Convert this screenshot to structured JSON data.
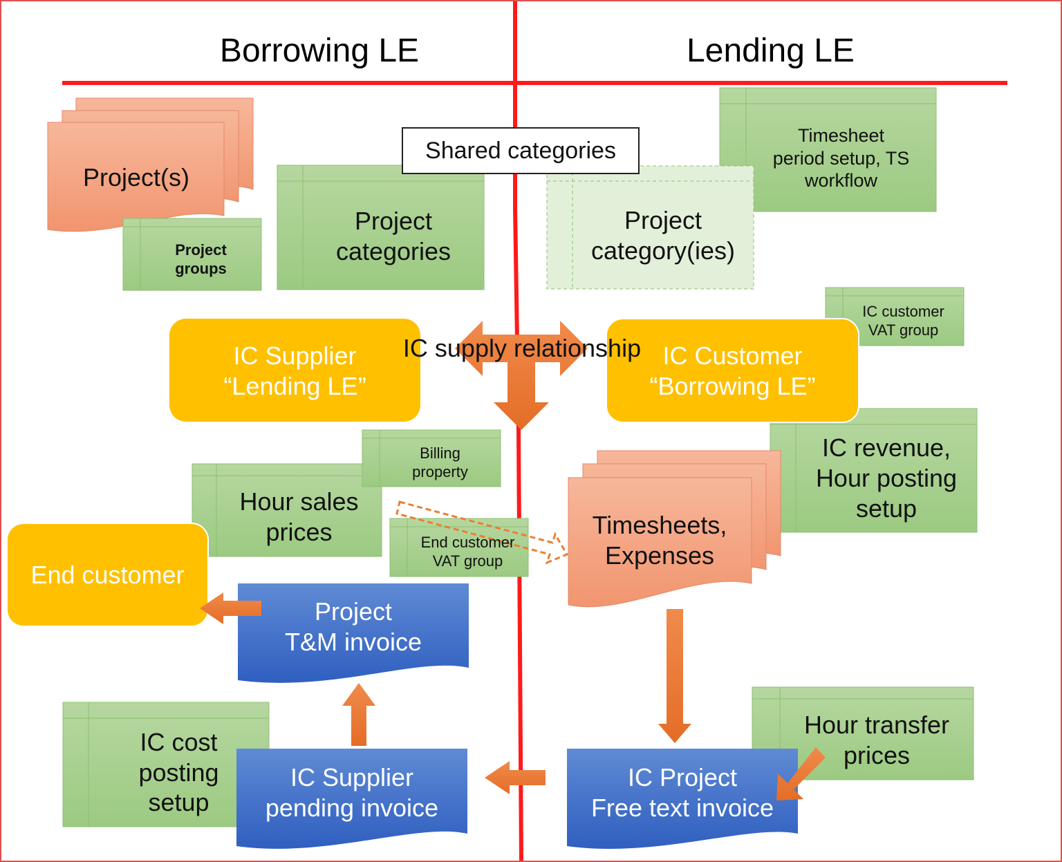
{
  "headers": {
    "borrowing": "Borrowing LE",
    "lending": "Lending LE"
  },
  "shared_categories": "Shared categories",
  "documents": {
    "projects": "Project(s)",
    "timesheets": "Timesheets,\nExpenses"
  },
  "tables": {
    "project_groups": "Project\ngroups",
    "project_categories": "Project\ncategories",
    "project_category_ies": "Project\ncategory(ies)",
    "timesheet_setup": "Timesheet\nperiod setup, TS\nworkflow",
    "ic_customer_vat": "IC customer\nVAT group",
    "billing_property": "Billing\nproperty",
    "hour_sales_prices": "Hour sales\nprices",
    "end_customer_vat": "End customer\nVAT group",
    "ic_revenue": "IC revenue,\nHour posting\nsetup",
    "ic_cost": "IC cost\nposting\nsetup",
    "hour_transfer": "Hour transfer\nprices"
  },
  "entities": {
    "ic_supplier": "IC Supplier\n“Lending LE”",
    "ic_customer": "IC Customer\n“Borrowing LE”",
    "end_customer": "End customer"
  },
  "relationship": "IC supply relationship",
  "invoices": {
    "tm_invoice": "Project\nT&M invoice",
    "ic_supplier_pending": "IC Supplier\npending invoice",
    "ic_project_free_text": "IC Project\nFree text invoice"
  },
  "colors": {
    "divider": "#ff1a1a",
    "green_fill": "#a9d18e",
    "salmon_fill": "#f4a582",
    "yellow_fill": "#ffc000",
    "blue_fill": "#4472c4",
    "arrow_orange": "#ed7d31"
  }
}
